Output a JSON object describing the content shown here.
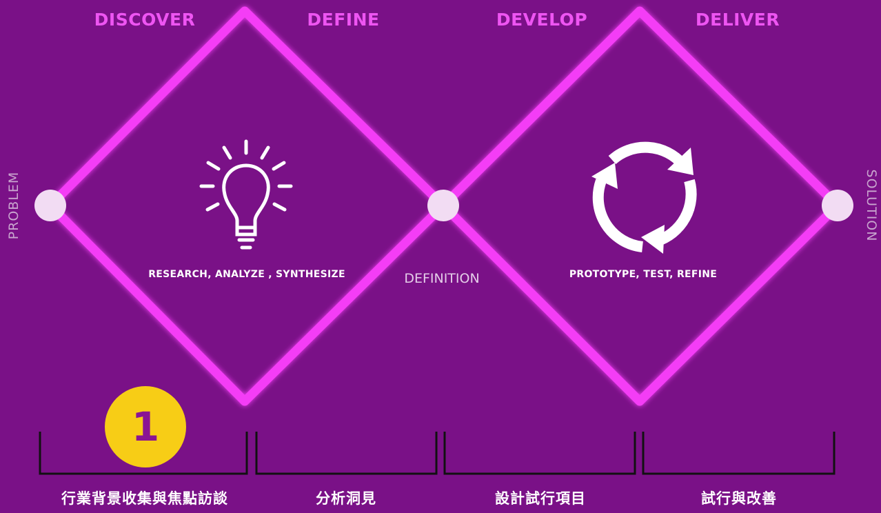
{
  "phases": [
    "DISCOVER",
    "DEFINE",
    "DEVELOP",
    "DELIVER"
  ],
  "start_label": "PROBLEM",
  "end_label": "SOLUTION",
  "midpoint_label": "DEFINITION",
  "diamond_1": {
    "caption": "RESEARCH, ANALYZE , SYNTHESIZE",
    "icon": "lightbulb-icon"
  },
  "diamond_2": {
    "caption": "PROTOTYPE, TEST, REFINE",
    "icon": "cycle-arrows-icon"
  },
  "step_badge": "1",
  "stages": [
    "行業背景收集與焦點訪談",
    "分析洞見",
    "設計試行項目",
    "試行與改善"
  ],
  "colors": {
    "background": "#7a1187",
    "diamond_line": "#f43cf6",
    "phase_text": "#ee55f2",
    "node": "#f2dcf3",
    "badge": "#f7cd16",
    "badge_text": "#8a1494"
  }
}
